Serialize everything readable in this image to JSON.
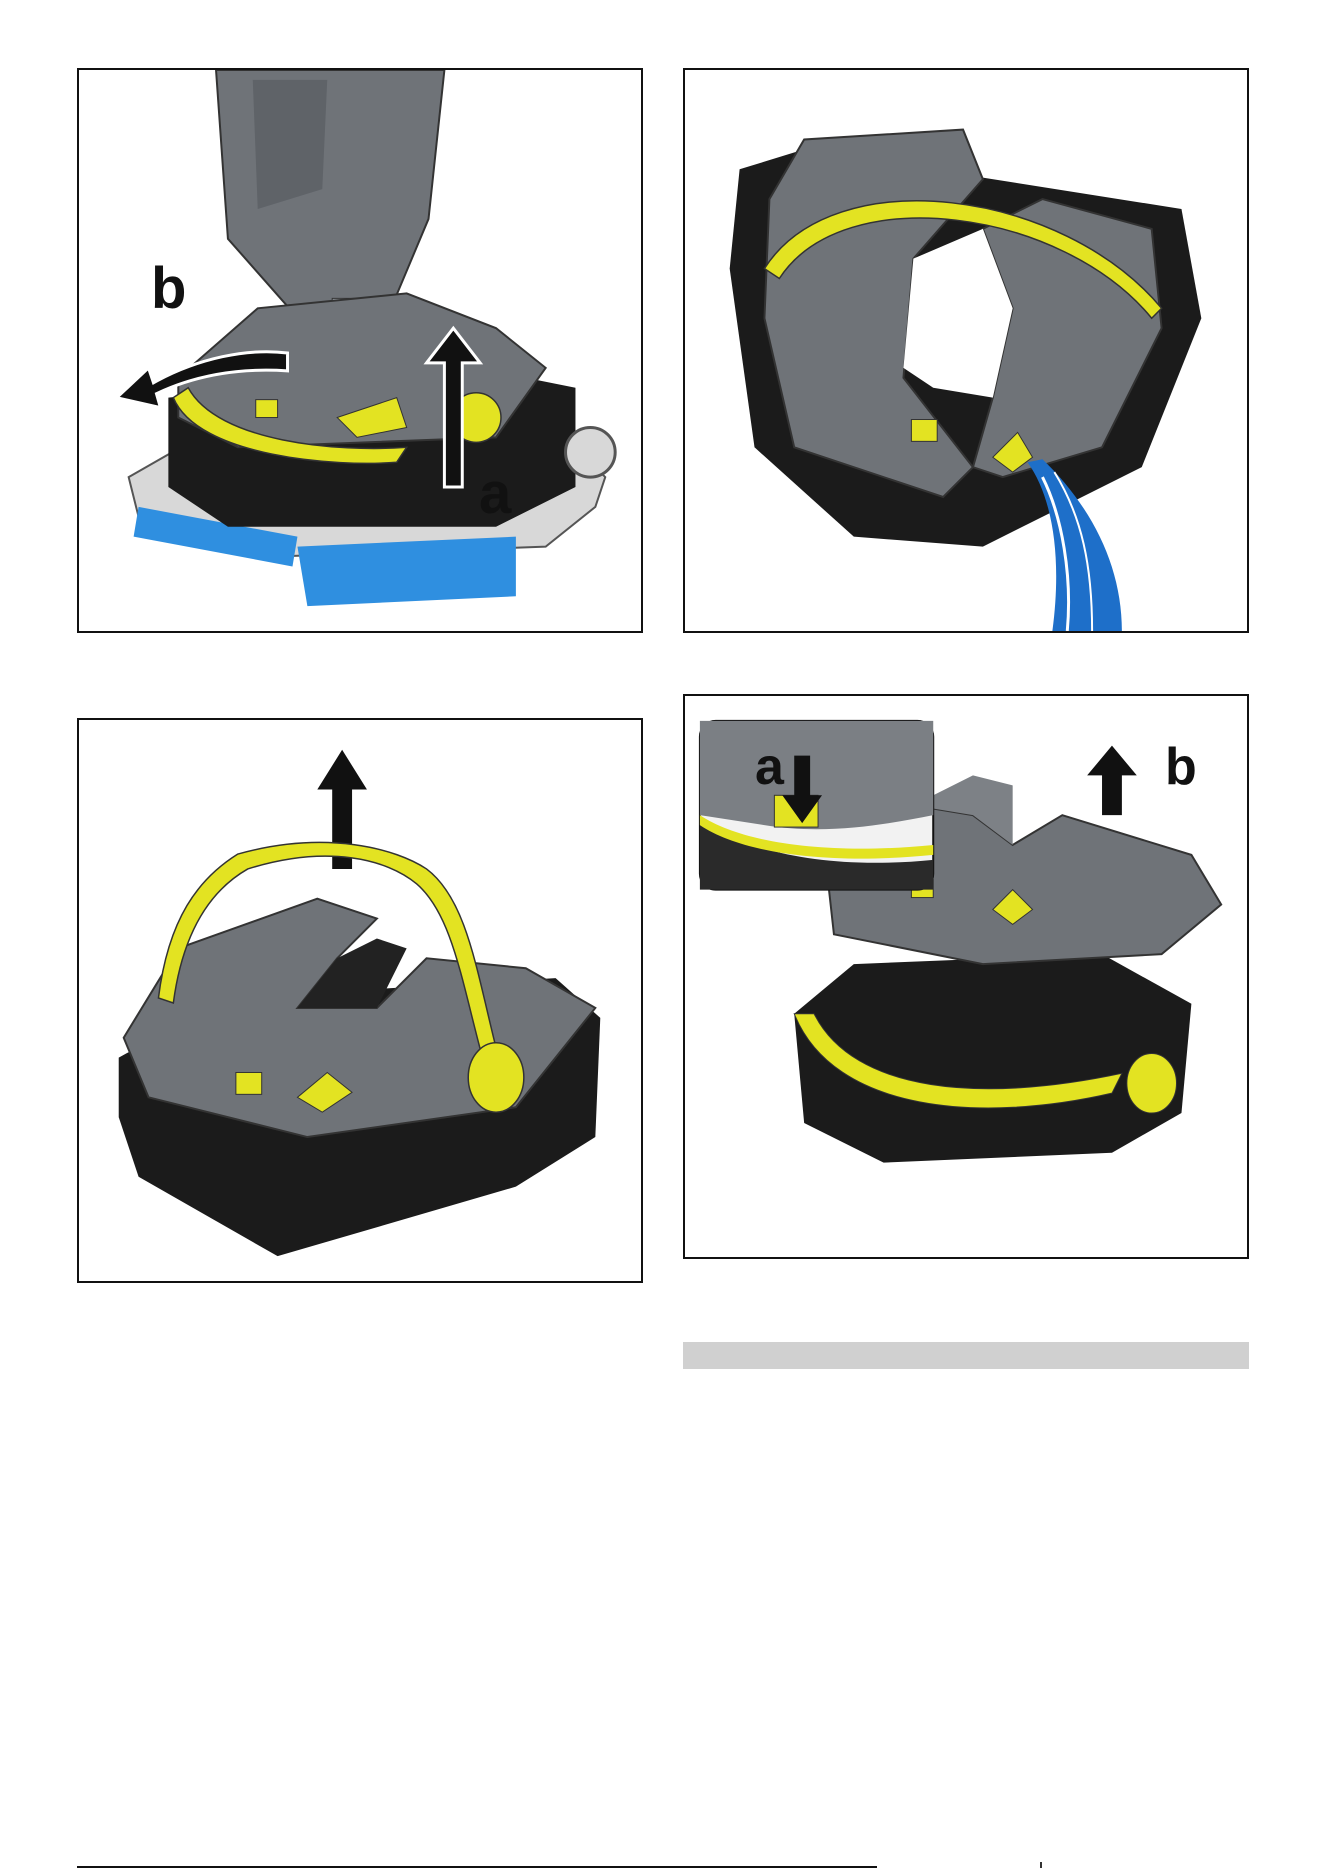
{
  "figures": [
    {
      "id": "fig-1",
      "labels": [
        "b",
        "a"
      ]
    },
    {
      "id": "fig-2",
      "labels": []
    },
    {
      "id": "fig-3",
      "labels": []
    },
    {
      "id": "fig-4",
      "labels": [
        "a",
        "b"
      ]
    }
  ],
  "colors": {
    "accent_yellow": "#e3e322",
    "body_gray": "#6f7378",
    "base_black": "#1b1b1b",
    "brush_blue": "#2f8fe0",
    "water_blue": "#1e6fc9",
    "frame": "#111111",
    "section_bar": "#d0d0d0"
  }
}
